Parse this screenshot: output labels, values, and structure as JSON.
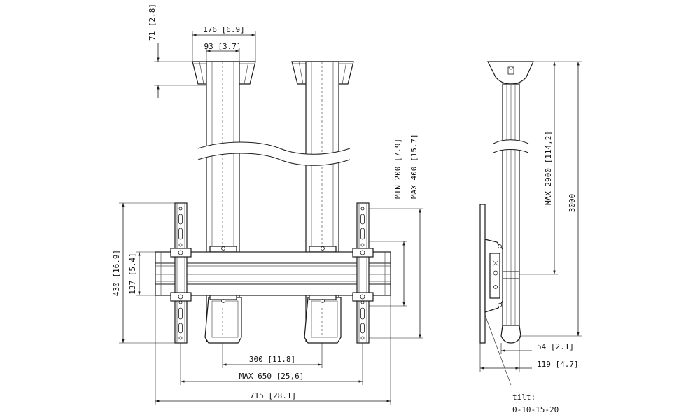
{
  "dimensions": {
    "d71": "71 [2.8]",
    "d176": "176 [6.9]",
    "d93": "93 [3.7]",
    "d430": "430 [16.9]",
    "d137": "137 [5.4]",
    "dmin200": "MIN 200 [7.9]",
    "dmax400": "MAX 400 [15.7]",
    "d300": "300 [11.8]",
    "dmax650": "MAX 650 [25,6]",
    "d715": "715 [28.1]",
    "dmax2900": "MAX 2900 [114,2]",
    "d3000": "3000",
    "d54": "54 [2.1]",
    "d119": "119 [4.7]"
  },
  "tilt": {
    "label": "tilt:",
    "values": "0-10-15-20"
  }
}
